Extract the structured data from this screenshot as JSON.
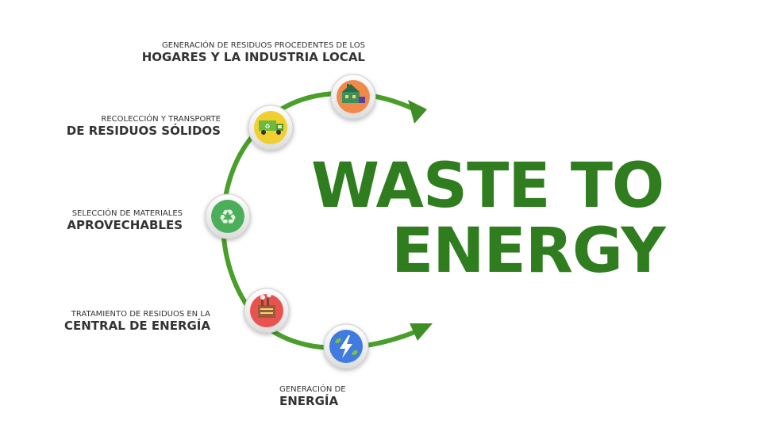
{
  "title": {
    "line1": "WASTE TO",
    "line2": "ENERGY"
  },
  "colors": {
    "brand_green": "#2f7d1f",
    "cycle_green": "#4a9e2a",
    "household_icon": "#f08a4b",
    "truck_icon": "#f1cf2e",
    "recycle_icon": "#4caf5a",
    "plant_icon": "#e8534f",
    "energy_icon": "#3f7be0"
  },
  "steps": [
    {
      "small": "GENERACIÓN DE RESIDUOS PROCEDENTES DE LOS",
      "big": "HOGARES Y LA INDUSTRIA LOCAL",
      "icon": "household-industry-icon"
    },
    {
      "small": "RECOLECCIÓN Y TRANSPORTE",
      "big": "DE RESIDUOS SÓLIDOS",
      "icon": "garbage-truck-icon"
    },
    {
      "small": "SELECCIÓN DE MATERIALES",
      "big": "APROVECHABLES",
      "icon": "recycle-icon"
    },
    {
      "small": "TRATAMIENTO DE RESIDUOS EN LA",
      "big": "CENTRAL DE ENERGÍA",
      "icon": "power-plant-icon"
    },
    {
      "small": "GENERACIÓN DE",
      "big": "ENERGÍA",
      "icon": "lightning-icon"
    }
  ]
}
